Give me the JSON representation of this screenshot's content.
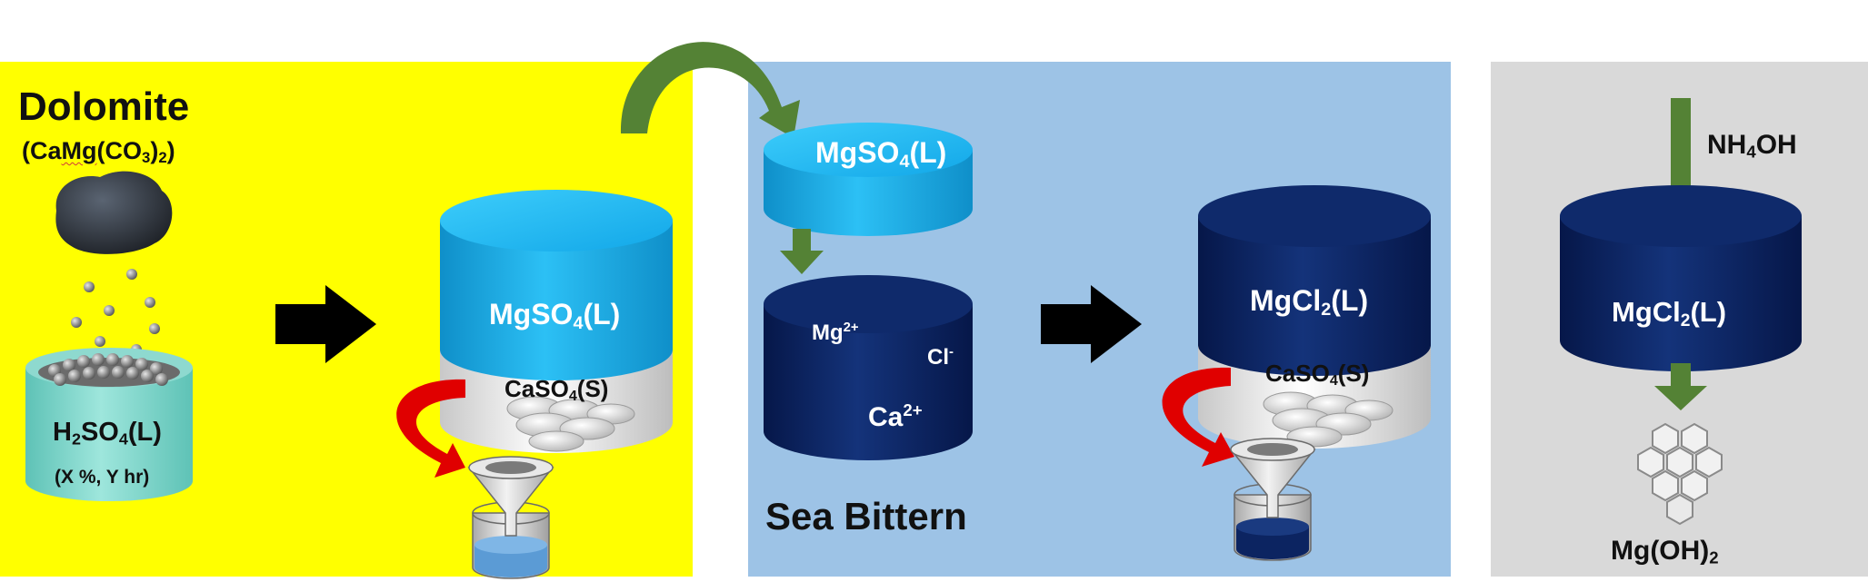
{
  "colors": {
    "panel_left": "#ffff00",
    "panel_middle": "#9dc3e6",
    "panel_right": "#d9d9d9",
    "green_arrow": "#548235",
    "red_arrow": "#e00000",
    "black_arrow": "#000000",
    "light_blue": "#17a9e6",
    "navy": "#0c2461",
    "teal": "#7fd3c8"
  },
  "panel_left": {
    "title": "Dolomite",
    "formula": {
      "a": "(Ca",
      "b": "Mg",
      "c": "(CO",
      "d": "3",
      "e": ")",
      "f": "2",
      "g": ")"
    },
    "acid_vessel": {
      "main": "H",
      "sub1": "2",
      "mid": "SO",
      "sub2": "4",
      "tail": "(L)",
      "conditions": "(X %, Y hr)"
    },
    "reactor": {
      "liquid": {
        "main": "MgSO",
        "sub": "4",
        "tail": "(L)"
      },
      "solid": {
        "main": "CaSO",
        "sub": "4",
        "tail": "(S)"
      }
    }
  },
  "panel_middle": {
    "feed": {
      "main": "MgSO",
      "sub": "4",
      "tail": "(L)"
    },
    "bittern_ions": {
      "mg": {
        "main": "Mg",
        "sup": "2+"
      },
      "cl": {
        "main": "Cl",
        "sup": "-"
      },
      "ca": {
        "main": "Ca",
        "sup": "2+"
      }
    },
    "caption": "Sea Bittern",
    "reactor": {
      "liquid": {
        "main": "MgCl",
        "sub": "2",
        "tail": "(L)"
      },
      "solid": {
        "main": "CaSO",
        "sub": "4",
        "tail": "(S)"
      }
    }
  },
  "panel_right": {
    "reagent": {
      "main": "NH",
      "sub": "4",
      "tail": "OH"
    },
    "vessel": {
      "main": "MgCl",
      "sub": "2",
      "tail": "(L)"
    },
    "product": {
      "main": "Mg(OH)",
      "sub": "2"
    }
  }
}
